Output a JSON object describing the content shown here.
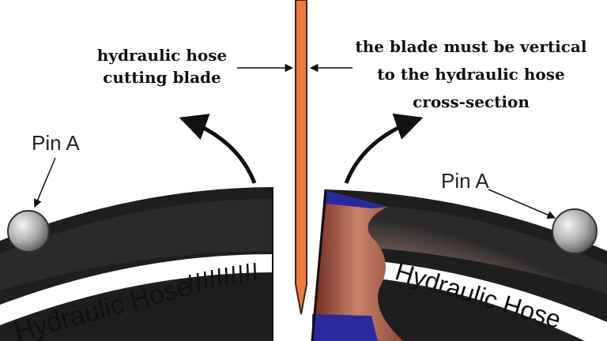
{
  "labels": {
    "blade": [
      "hydraulic hose",
      "cutting blade"
    ],
    "note": [
      "the blade must be vertical",
      "to the hydraulic hose",
      "cross-section"
    ],
    "pin_left": "Pin A",
    "pin_right": "Pin A",
    "hose_left": "Hydraulic Hose",
    "hose_right": "Hydraulic Hose"
  },
  "colors": {
    "blade": "#f47a3c",
    "hose_outer": "#1c1c1c",
    "hose_core": "#8a6a60",
    "liner": "#ffffff",
    "cut_face": "#9a4a3a",
    "cut_band": "#2a2a8a",
    "arrow": "#111111"
  }
}
